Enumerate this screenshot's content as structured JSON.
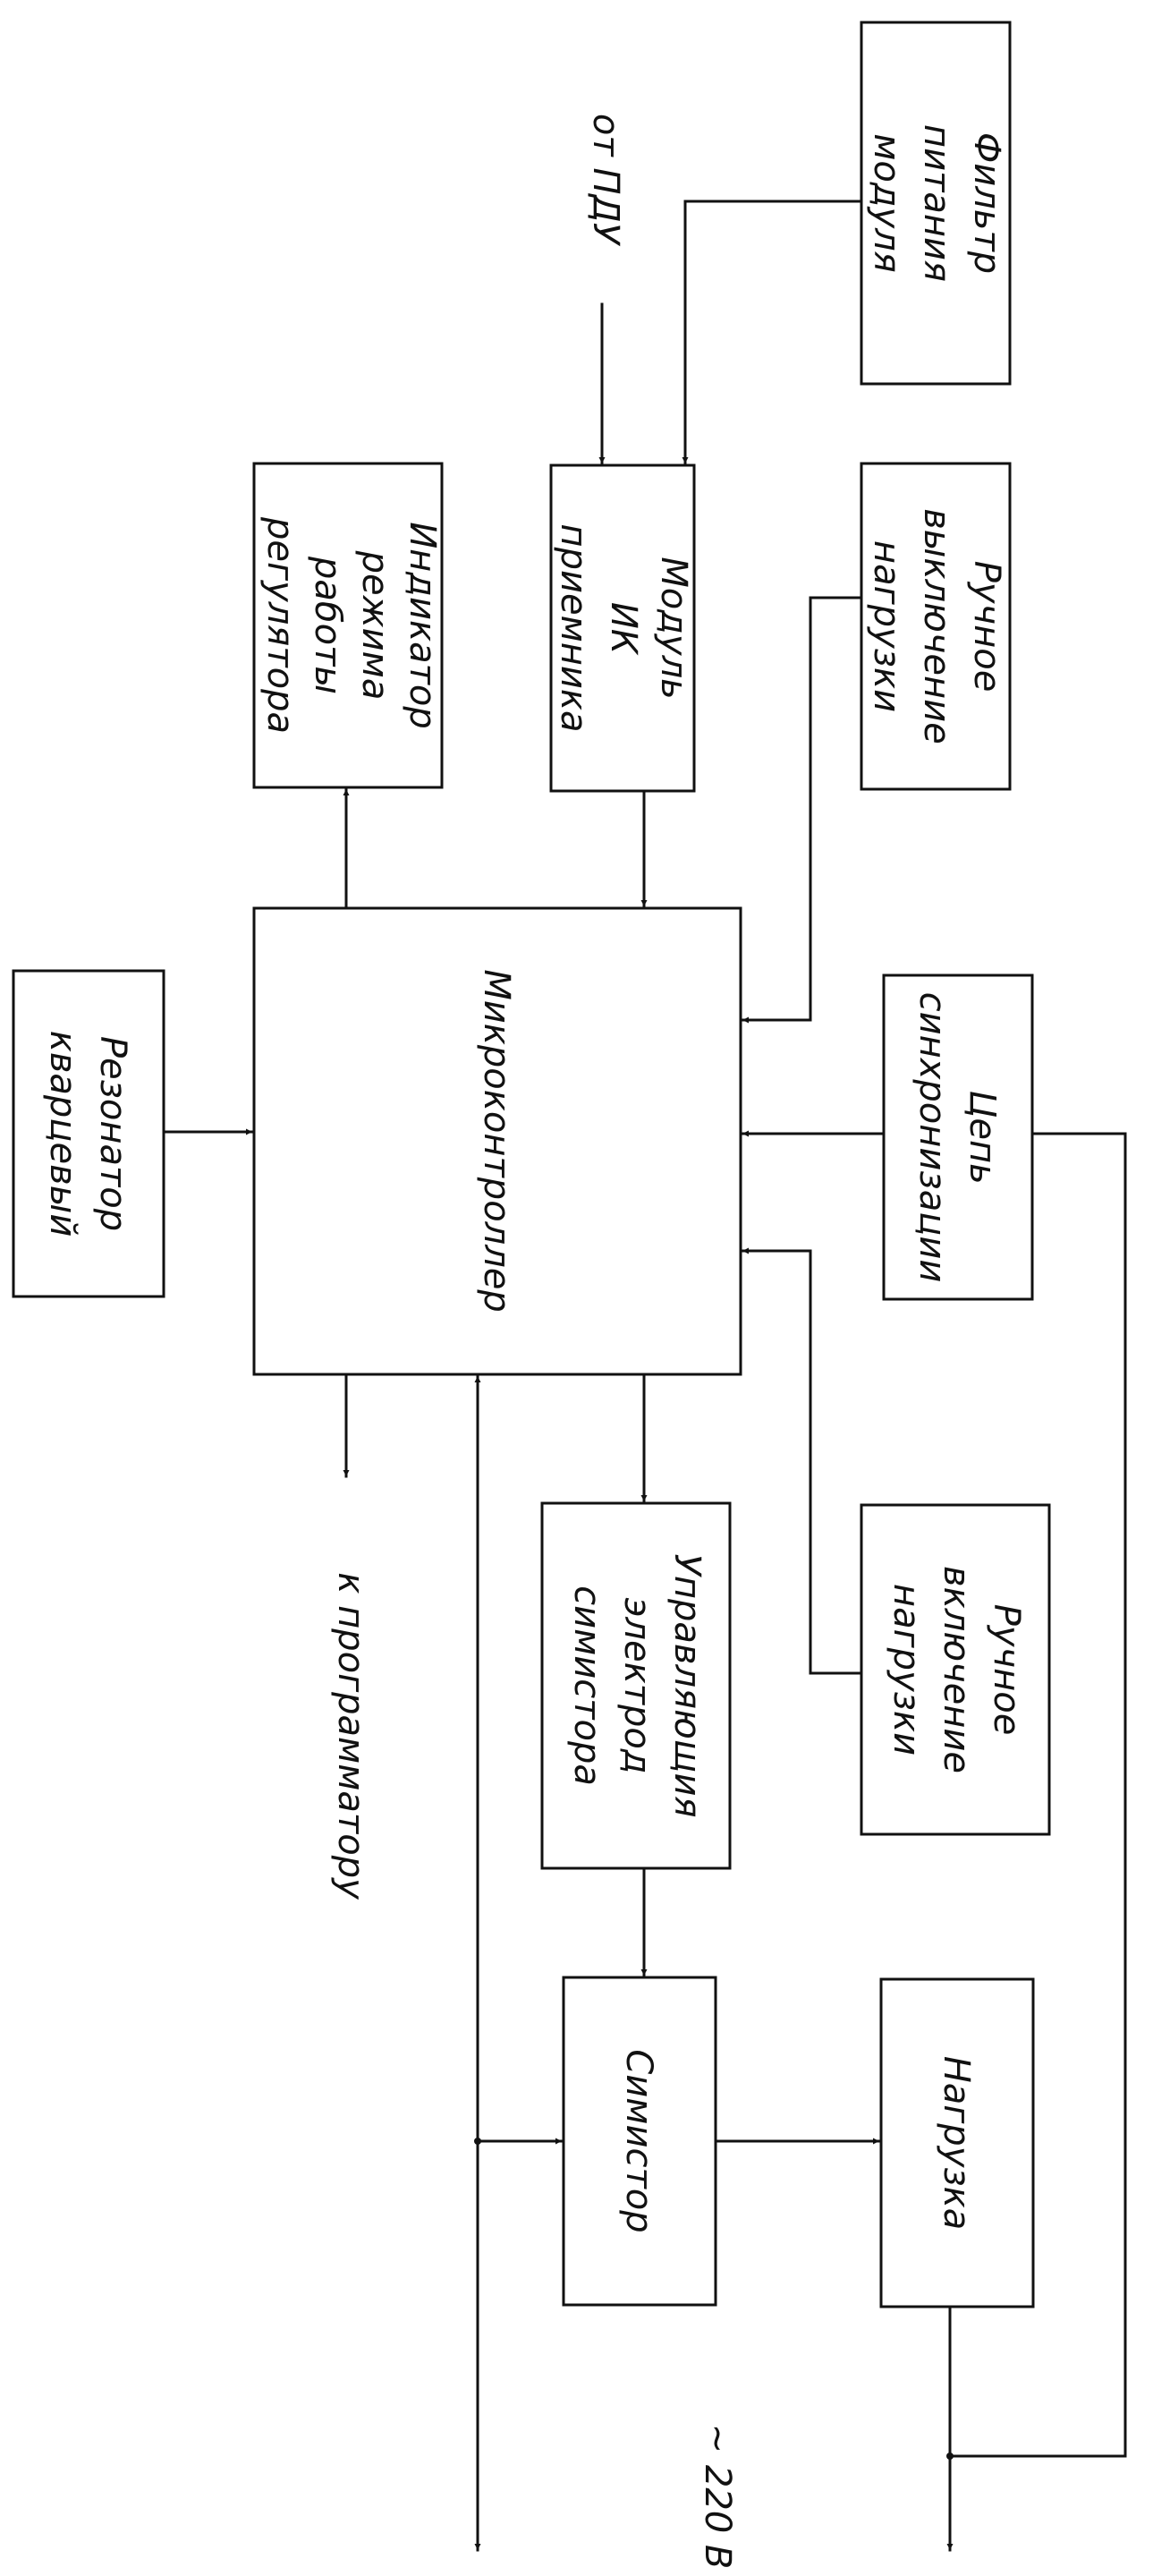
{
  "blocks": {
    "filter": [
      "Фильтр",
      "питания",
      "модуля"
    ],
    "ir_module": [
      "Модуль",
      "ИК",
      "приемника"
    ],
    "indicator": [
      "Индикатор",
      "режима",
      "работы",
      "регулятора"
    ],
    "manual_off": [
      "Ручное",
      "выключение",
      "нагрузки"
    ],
    "resonator": [
      "Резонатор",
      "кварцевый"
    ],
    "mcu": [
      "Микроконтроллер"
    ],
    "sync": [
      "Цепь",
      "синхронизации"
    ],
    "gate": [
      "Управляющия",
      "электрод",
      "симистора"
    ],
    "manual_on": [
      "Ручное",
      "включение",
      "нагрузки"
    ],
    "triac": [
      "Симистор"
    ],
    "load": [
      "Нагрузка"
    ]
  },
  "signals": {
    "remote": "от ПДУ",
    "programmer": "к программатору",
    "mains": "~ 220 В"
  }
}
